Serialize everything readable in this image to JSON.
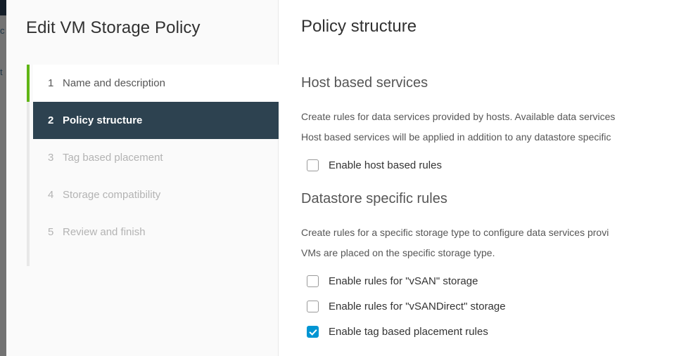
{
  "background": {
    "ghost_text_1": "c",
    "ghost_text_2": "t"
  },
  "wizard": {
    "title": "Edit VM Storage Policy",
    "steps": [
      {
        "num": "1",
        "label": "Name and description",
        "state": "complete"
      },
      {
        "num": "2",
        "label": "Policy structure",
        "state": "current"
      },
      {
        "num": "3",
        "label": "Tag based placement",
        "state": "disabled"
      },
      {
        "num": "4",
        "label": "Storage compatibility",
        "state": "disabled"
      },
      {
        "num": "5",
        "label": "Review and finish",
        "state": "disabled"
      }
    ]
  },
  "content": {
    "page_title": "Policy structure",
    "sections": [
      {
        "heading": "Host based services",
        "paragraphs": [
          "Create rules for data services provided by hosts. Available data services",
          "Host based services will be applied in addition to any datastore specific"
        ],
        "checkboxes": [
          {
            "label": "Enable host based rules",
            "checked": false
          }
        ]
      },
      {
        "heading": "Datastore specific rules",
        "paragraphs": [
          "Create rules for a specific storage type to configure data services provi",
          "VMs are placed on the specific storage type."
        ],
        "checkboxes": [
          {
            "label": "Enable rules for \"vSAN\" storage",
            "checked": false
          },
          {
            "label": "Enable rules for \"vSANDirect\" storage",
            "checked": false
          },
          {
            "label": "Enable tag based placement rules",
            "checked": true
          }
        ]
      }
    ]
  },
  "colors": {
    "accent_green": "#60b515",
    "accent_blue": "#0095d3",
    "step_active_bg": "#2d4250",
    "sidebar_bg": "#fafafa"
  }
}
